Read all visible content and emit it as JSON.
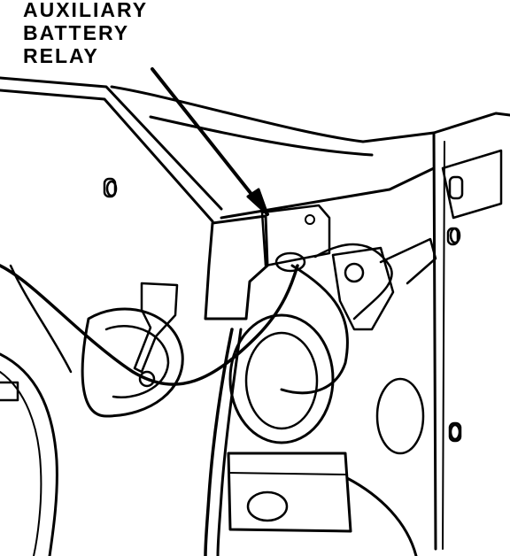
{
  "callout": {
    "lines": [
      "AUXILIARY",
      "BATTERY",
      "RELAY"
    ]
  },
  "colors": {
    "ink": "#000000",
    "paper": "#ffffff"
  }
}
